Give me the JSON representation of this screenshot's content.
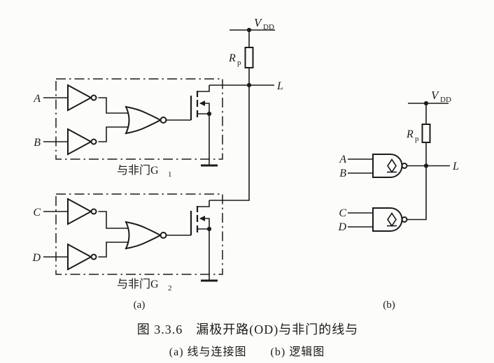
{
  "colors": {
    "line": "#1b1b1b",
    "paper": "#fcfcfa"
  },
  "labels": {
    "vdd_main": "V",
    "vdd_sub": "DD",
    "rp_main": "R",
    "rp_sub": "p",
    "output": "L"
  },
  "diagram_a": {
    "inputs": {
      "a": "A",
      "b": "B",
      "c": "C",
      "d": "D"
    },
    "gate1_label_main": "与非门G",
    "gate1_label_sub": "1",
    "gate2_label_main": "与非门G",
    "gate2_label_sub": "2"
  },
  "diagram_b": {
    "inputs": {
      "a": "A",
      "b": "B",
      "c": "C",
      "d": "D"
    }
  },
  "subfig": {
    "a": "(a)",
    "b": "(b)"
  },
  "caption": {
    "line1": "图 3.3.6　漏极开路(OD)与非门的线与",
    "line2": "(a) 线与连接图　　(b) 逻辑图"
  }
}
